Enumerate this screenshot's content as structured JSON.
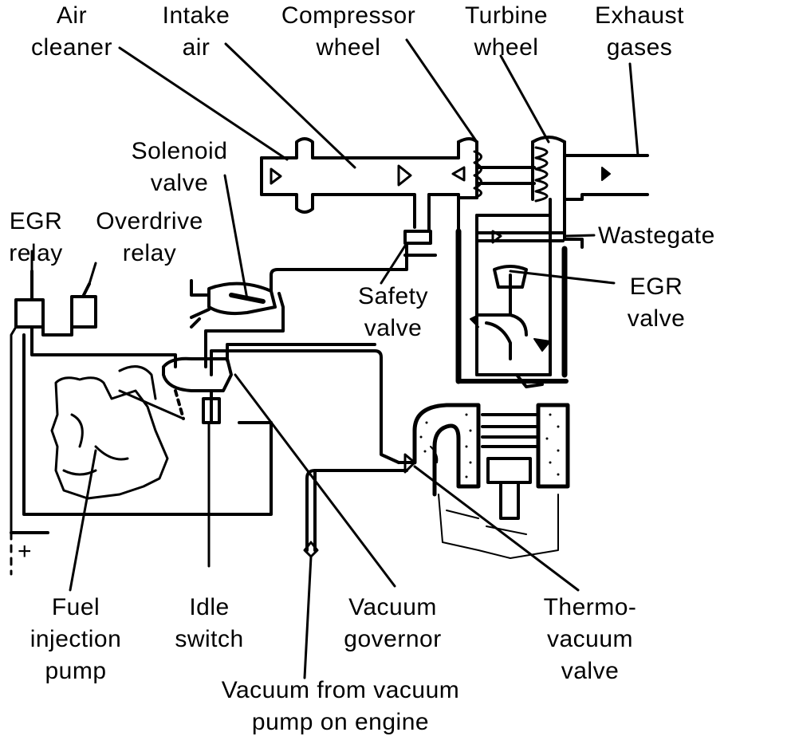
{
  "labels": {
    "air_cleaner": "Air\ncleaner",
    "intake_air": "Intake\nair",
    "compressor_wheel": "Compressor\nwheel",
    "turbine_wheel": "Turbine\nwheel",
    "exhaust_gases": "Exhaust\ngases",
    "solenoid_valve": "Solenoid\nvalve",
    "egr_relay": "EGR\nrelay",
    "overdrive_relay": "Overdrive\nrelay",
    "wastegate": "Wastegate",
    "safety_valve": "Safety\nvalve",
    "egr_valve": "EGR\nvalve",
    "plus_terminal": "+",
    "fuel_injection_pump": "Fuel\ninjection\npump",
    "idle_switch": "Idle\nswitch",
    "vacuum_governor": "Vacuum\ngovernor",
    "thermo_vacuum_valve": "Thermo-\nvacuum\nvalve",
    "vacuum_from_pump": "Vacuum from vacuum\npump on engine"
  },
  "colors": {
    "ink": "#000000",
    "paper": "#ffffff"
  }
}
